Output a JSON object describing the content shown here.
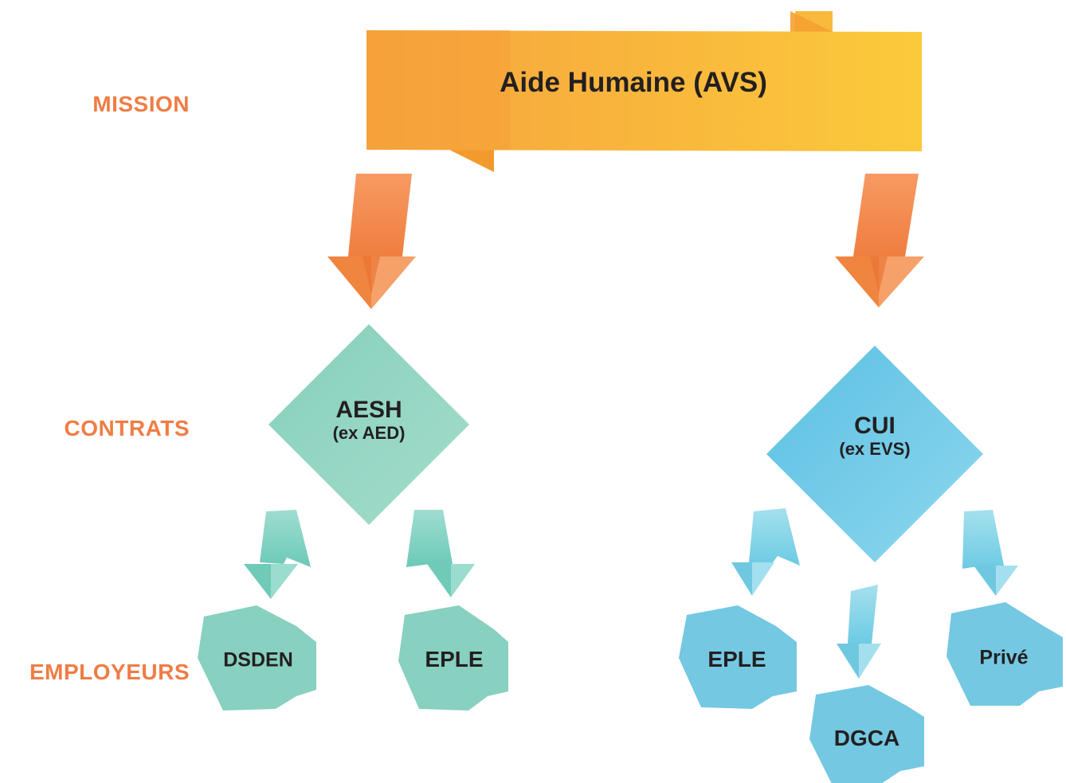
{
  "row_labels": {
    "mission": "MISSION",
    "contracts": "CONTRATS",
    "employers": "EMPLOYEURS"
  },
  "mission": {
    "label": "Aide Humaine (AVS)"
  },
  "contracts": [
    {
      "name": "AESH",
      "sub": "(ex AED)"
    },
    {
      "name": "CUI",
      "sub": "(ex EVS)"
    }
  ],
  "employers": {
    "aesh": [
      "DSDEN",
      "EPLE"
    ],
    "cui": [
      "EPLE",
      "DGCA",
      "Privé"
    ]
  },
  "colors": {
    "label_orange": "#ef7d45",
    "banner_orange": "#f5a03c",
    "banner_yellow": "#fbc93a",
    "arrow_orange": "#f08a4b",
    "green": "#8fd3c1",
    "blue": "#6cc6e4",
    "text_dark": "#231f20"
  }
}
